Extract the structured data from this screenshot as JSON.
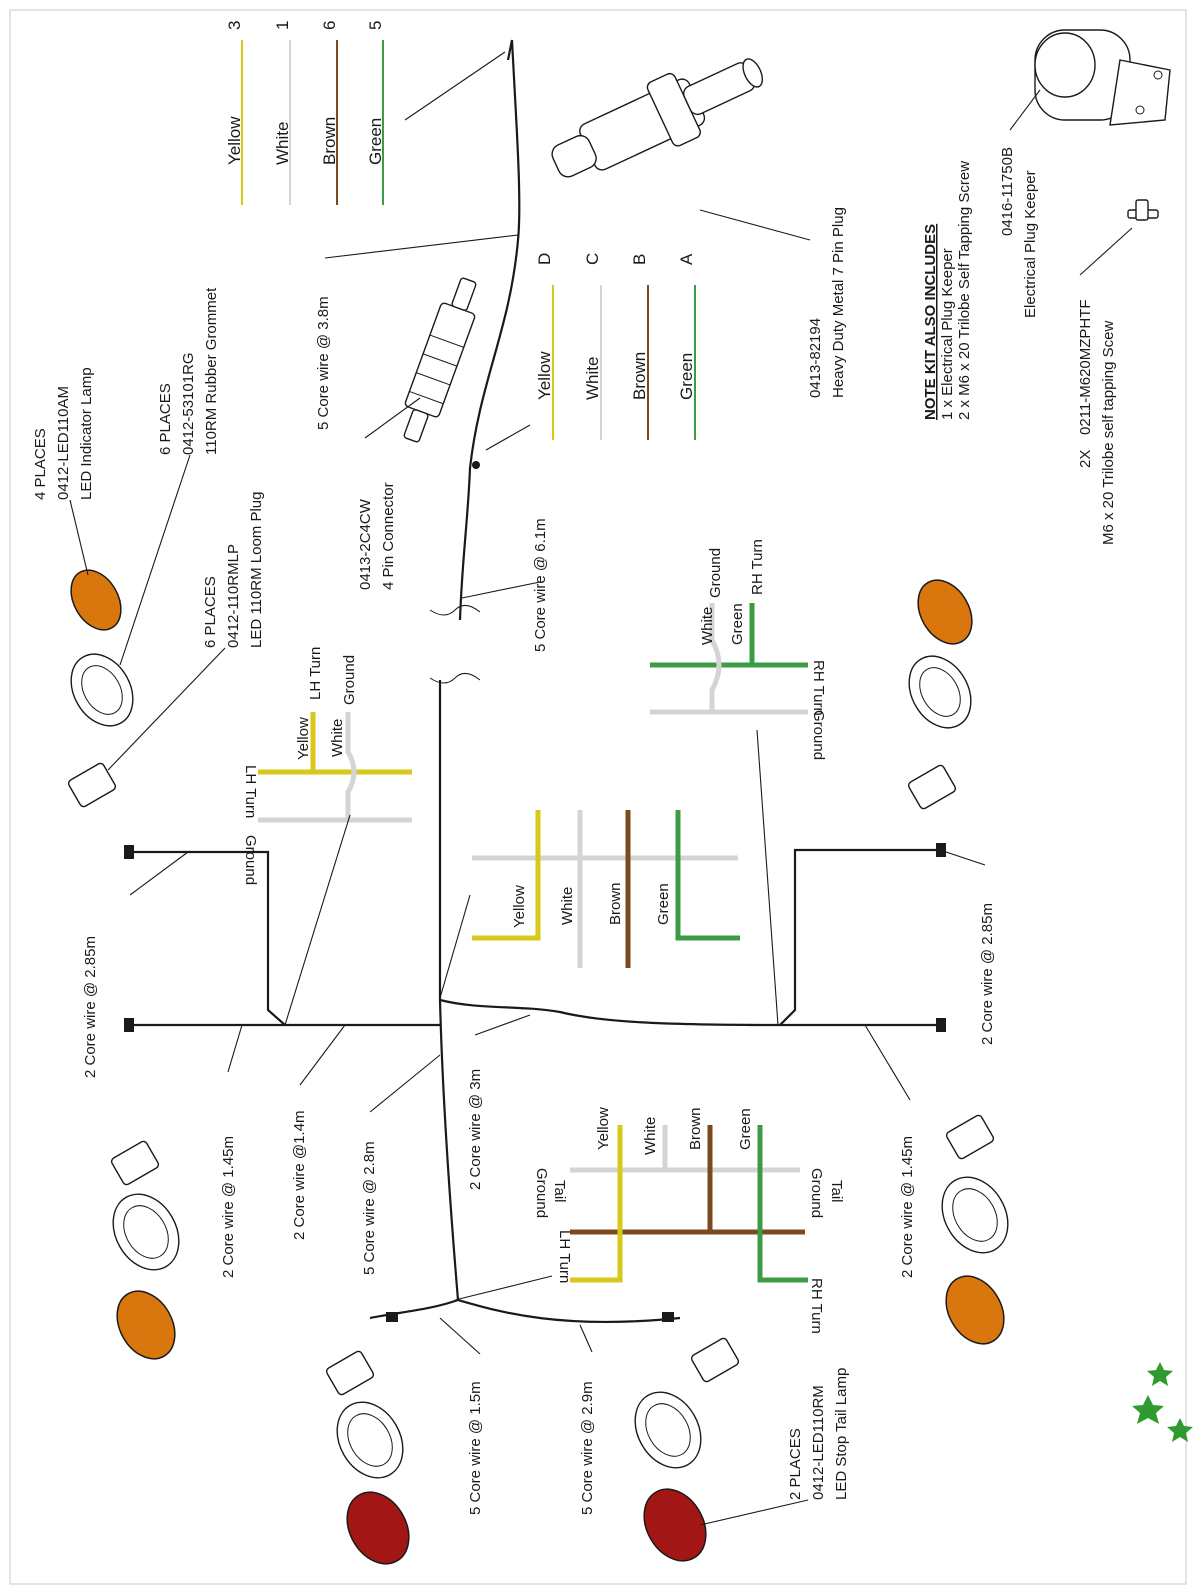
{
  "colors": {
    "yellow": "#d8c81a",
    "white": "#d4d4d4",
    "brown": "#7a4a1e",
    "green": "#3e9b45",
    "amber": "#d9770e",
    "red": "#a31616",
    "star": "#2f9a2f"
  },
  "wire_labels": {
    "w_28_5m_left": "2 Core wire @ 2.85m",
    "w_145_left": "2 Core wire @ 1.45m",
    "w_14": "2 Core wire @1.4m",
    "w_28": "5 Core wire @ 2.8m",
    "w_3": "2 Core wire @ 3m",
    "w_15": "5 Core wire @ 1.5m",
    "w_29": "5 Core wire @ 2.9m",
    "w_145_right": "2 Core wire @ 1.45m",
    "w_285_right": "2 Core wire @ 2.85m",
    "w_61": "5 Core wire @ 6.1m",
    "w_38": "5 Core wire @ 3.8m"
  },
  "parts": {
    "indicator": {
      "qty": "4 PLACES",
      "code": "0412-LED110AM",
      "desc": "LED Indicator Lamp"
    },
    "grommet": {
      "qty": "6 PLACES",
      "code": "0412-53101RG",
      "desc": "110RM Rubber Grommet"
    },
    "loom_plug": {
      "qty": "6 PLACES",
      "code": "0412-110RMLP",
      "desc": "LED 110RM Loom Plug"
    },
    "stop_tail": {
      "qty": "2 PLACES",
      "code": "0412-LED110RM",
      "desc": "LED Stop Tail Lamp"
    },
    "connector": {
      "code": "0413-2C4CW",
      "desc": "4 Pin Connector"
    },
    "plug7": {
      "code": "0413-82194",
      "desc": "Heavy Duty Metal 7 Pin Plug"
    },
    "keeper": {
      "code": "0416-11750B",
      "desc": "Electrical Plug Keeper"
    },
    "screw": {
      "qty": "2X",
      "code": "0211-M620MZPHTF",
      "desc": "M6 x 20 Trilobe self tapping Scew"
    }
  },
  "note": {
    "heading": "NOTE KIT ALSO INCLUDES",
    "line1": "1 x Electrical Plug Keeper",
    "line2": "2 x M6 x 20 Trilobe Self Tapping Screw"
  },
  "color_names": {
    "yellow": "Yellow",
    "white": "White",
    "brown": "Brown",
    "green": "Green"
  },
  "legend_7pin": [
    "3",
    "1",
    "6",
    "5"
  ],
  "legend_4pin": [
    "D",
    "C",
    "B",
    "A"
  ],
  "signals": {
    "ground": "Ground",
    "lh_turn": "LH Turn",
    "rh_turn": "RH Turn",
    "tail": "Tail",
    "tail_ground": "Ground"
  }
}
